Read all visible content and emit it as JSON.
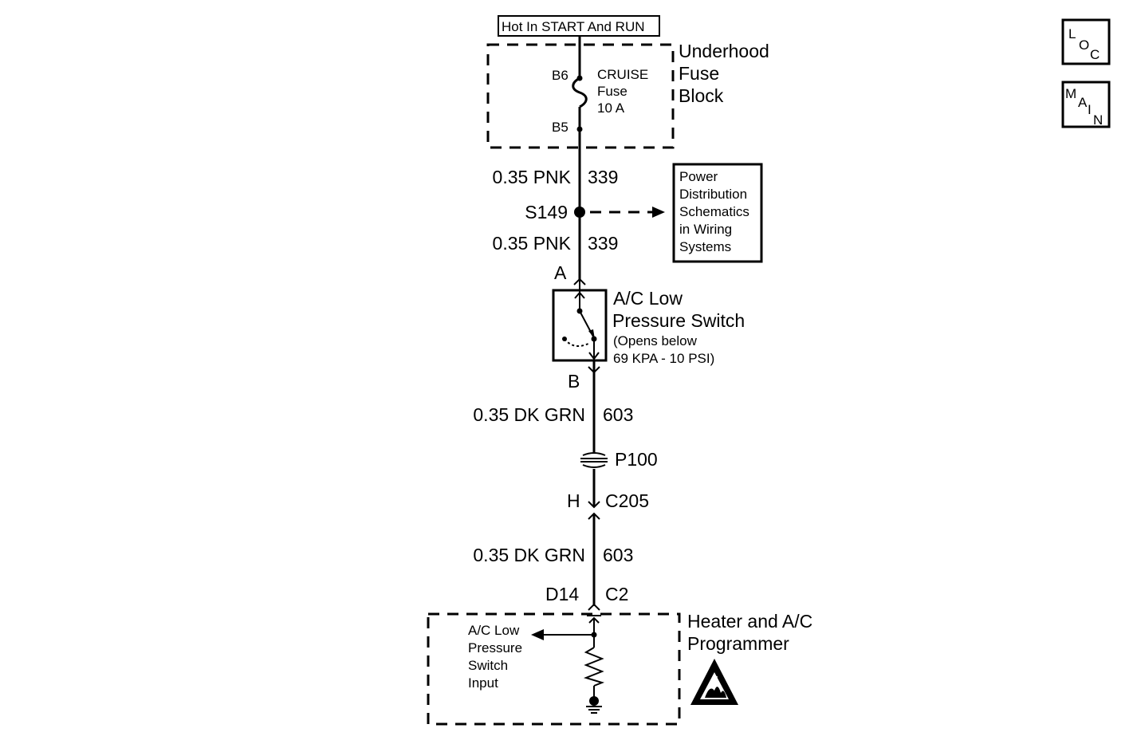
{
  "nav": {
    "loc": [
      "L",
      "O",
      "C"
    ],
    "main": [
      "M",
      "A",
      "I",
      "N"
    ]
  },
  "power_source": "Hot In START And RUN",
  "fuse_block": {
    "title": [
      "Underhood",
      "Fuse",
      "Block"
    ],
    "fuse_lines": [
      "CRUISE",
      "Fuse",
      "10 A"
    ],
    "pin_in": "B6",
    "pin_out": "B5"
  },
  "wires": {
    "upper_1": {
      "gauge_color": "0.35 PNK",
      "circuit": "339"
    },
    "upper_2": {
      "gauge_color": "0.35 PNK",
      "circuit": "339"
    },
    "lower_1": {
      "gauge_color": "0.35 DK GRN",
      "circuit": "603"
    },
    "lower_2": {
      "gauge_color": "0.35 DK GRN",
      "circuit": "603"
    }
  },
  "splice": "S149",
  "reference_box": [
    "Power",
    "Distribution",
    "Schematics",
    "in Wiring",
    "Systems"
  ],
  "switch": {
    "pin_a": "A",
    "pin_b": "B",
    "title": [
      "A/C Low",
      "Pressure Switch"
    ],
    "note": [
      "(Opens below",
      "69 KPA - 10 PSI)"
    ]
  },
  "pass_through": "P100",
  "connector_c205": {
    "pin": "H",
    "name": "C205"
  },
  "connector_c2": {
    "pin": "D14",
    "name": "C2"
  },
  "module": {
    "title": [
      "Heater and A/C",
      "Programmer"
    ],
    "input_label": [
      "A/C Low",
      "Pressure",
      "Switch",
      "Input"
    ]
  }
}
